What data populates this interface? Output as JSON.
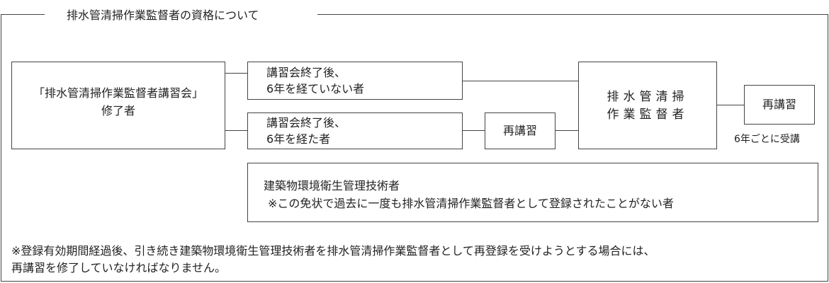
{
  "title": "排水管清掃作業監督者の資格について",
  "nodes": {
    "course_completion": {
      "line1": "「排水管清掃作業監督者講習会」",
      "line2": "修了者"
    },
    "within_6_years": {
      "line1": "講習会終了後、",
      "line2": "6年を経ていない者"
    },
    "after_6_years": {
      "line1": "講習会終了後、",
      "line2": "6年を経た者"
    },
    "retraining_mid": {
      "label": "再講習"
    },
    "supervisor": {
      "line1": "排水管清掃",
      "line2": "作業監督者"
    },
    "retraining_right": {
      "label": "再講習"
    },
    "retraining_note": "6年ごとに受講",
    "building_engineer": {
      "line1": "建築物環境衛生管理技術者",
      "line2": "※この免状で過去に一度も排水管清掃作業監督者として登録されたことがない者"
    }
  },
  "footnote": {
    "line1": "※登録有効期間経過後、引き続き建築物環境衛生管理技術者を排水管清掃作業監督者として再登録を受けようとする場合には、",
    "line2": "再講習を修了していなければなりません。"
  }
}
